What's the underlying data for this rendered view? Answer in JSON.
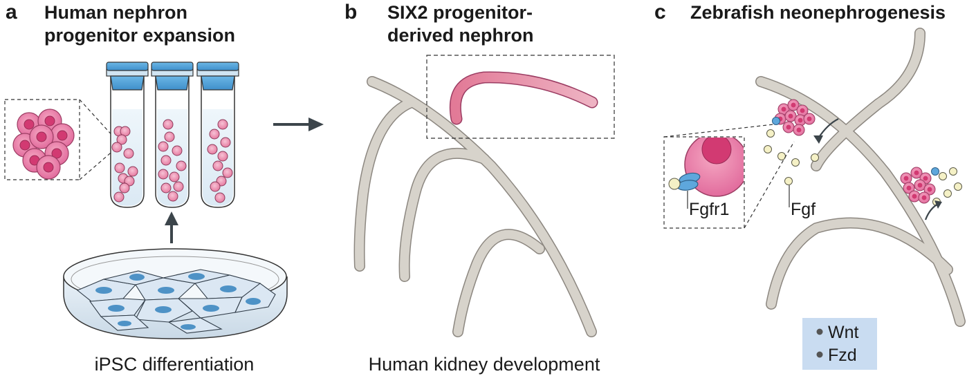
{
  "panels": [
    {
      "letter": "a",
      "title_line1": "Human nephron",
      "title_line2": "progenitor expansion",
      "caption": "iPSC differentiation"
    },
    {
      "letter": "b",
      "title_line1": "SIX2 progenitor-",
      "title_line2": "derived nephron",
      "caption": "Human kidney development"
    },
    {
      "letter": "c",
      "title_line1": "Zebrafish neonephrogenesis",
      "labels": {
        "receptor": "Fgfr1",
        "ligand": "Fgf"
      },
      "legend": [
        "Wnt",
        "Fzd"
      ]
    }
  ],
  "colors": {
    "duct": "#d7d3cb",
    "duct_outline": "#8c8780",
    "cell_pink": "#e87aa0",
    "cell_nucleus": "#d33a72",
    "tube_cap": "#4e9fd6",
    "receptor_blue": "#5ea7dc",
    "ligand_cream": "#f4f0c4",
    "legend_bg": "#c9dcf1",
    "nephron": "#dd7491"
  }
}
